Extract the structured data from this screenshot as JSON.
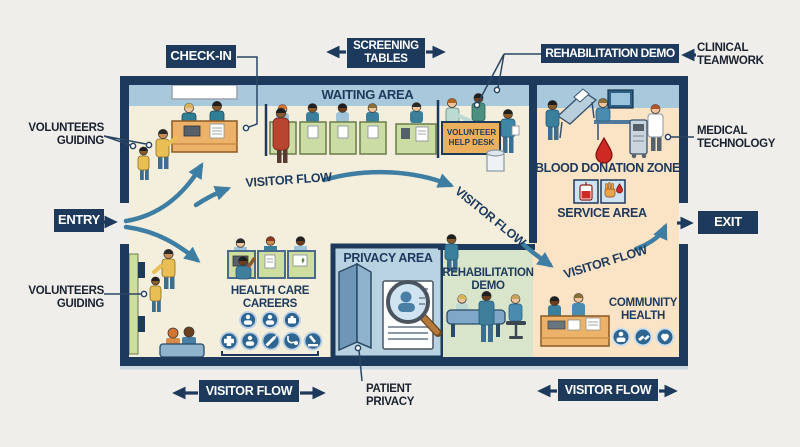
{
  "palette": {
    "navy": "#1d3a5c",
    "teal_arrow": "#3f7ea3",
    "floor_cream": "#f4eedd",
    "banner_blue": "#a8c8dc",
    "blood_zone_peach": "#fbe3c6",
    "rehab_zone_green": "#d9e5ca",
    "privacy_zone_blue": "#b9d2e2",
    "desk_orange": "#edb269",
    "table_green": "#ccdca5",
    "blood_red": "#cc2a23",
    "background": "#f0eeea"
  },
  "callouts": {
    "check_in": "CHECK-IN",
    "screening_tables": {
      "line1": "SCREENING",
      "line2": "TABLES"
    },
    "rehabilitation_demo": "REHABILITATION DEMO",
    "clinical_teamwork": {
      "line1": "CLINICAL",
      "line2": "TEAMWORK"
    },
    "volunteers_guiding_top": {
      "line1": "VOLUNTEERS",
      "line2": "GUIDING"
    },
    "volunteers_guiding_bottom": {
      "line1": "VOLUNTEERS",
      "line2": "GUIDING"
    },
    "medical_technology": {
      "line1": "MEDICAL",
      "line2": "TECHNOLOGY"
    },
    "patient_privacy": {
      "line1": "PATIENT",
      "line2": "PRIVACY"
    },
    "entry": "ENTRY",
    "exit": "EXIT",
    "visitor_flow_left": "VISITOR FLOW",
    "visitor_flow_right": "VISITOR FLOW"
  },
  "zones": {
    "waiting_area": "WAITING AREA",
    "volunteer_help_desk": {
      "line1": "VOLUNTEER",
      "line2": "HELP DESK"
    },
    "blood_donation_zone": "BLOOD DONATION ZONE",
    "service_area": "SERVICE AREA",
    "privacy_area": "PRIVACY AREA",
    "rehabilitation_demo": {
      "line1": "REHABILITATION",
      "line2": "DEMO"
    },
    "health_care_careers": {
      "line1": "HEALTH CARE",
      "line2": "CAREERS"
    },
    "community_health": {
      "line1": "COMMUNITY",
      "line2": "HEALTH"
    }
  },
  "flow_labels": {
    "path1": "VISITOR FLOW",
    "path2": "VISITOR FLOW",
    "path3": "VISITOR FLOW"
  },
  "icons": {
    "health_care_careers": [
      "clinician-icon",
      "person-icon",
      "briefcase-icon",
      "medical-cross-icon",
      "nurse-icon",
      "syringe-icon",
      "stethoscope-icon",
      "microscope-icon"
    ],
    "community_health": [
      "caregiver-icon",
      "helping-hands-icon",
      "heart-care-icon"
    ],
    "blood_donation_tiles": [
      "blood-bag-icon",
      "hand-with-drop-icon"
    ],
    "blood_drop": "blood-drop-icon",
    "privacy": [
      "privacy-screen-icon",
      "magnifier-document-icon"
    ]
  }
}
